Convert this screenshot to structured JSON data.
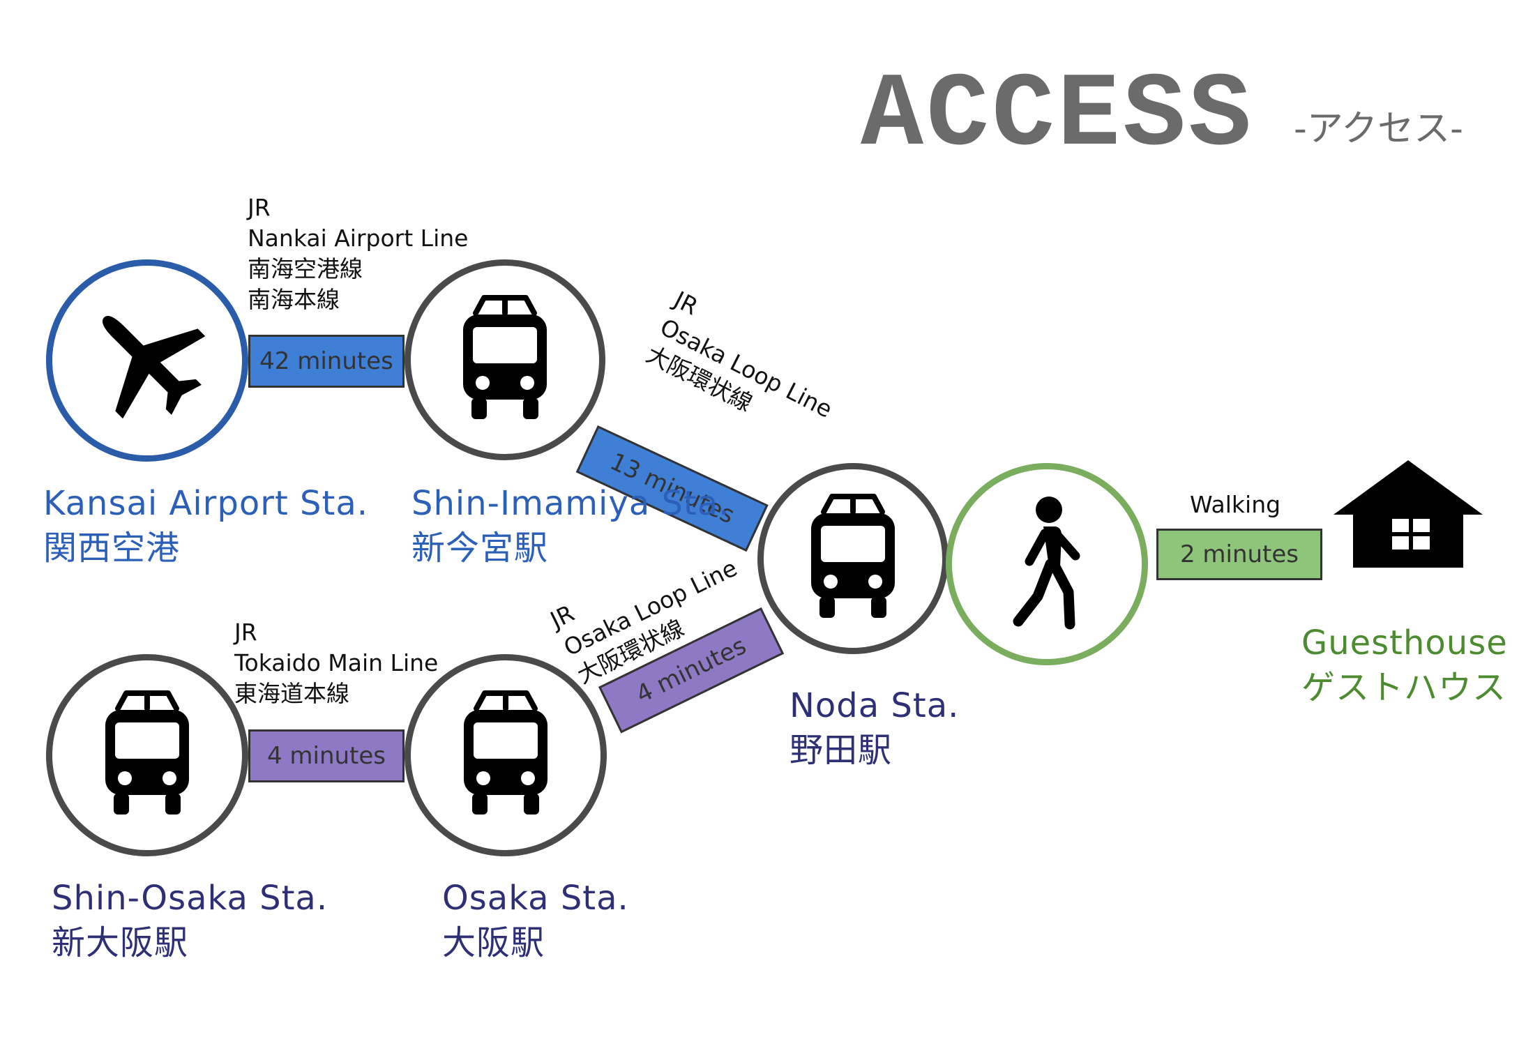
{
  "header": {
    "title": "ACCESS",
    "subtitle": "-アクセス-"
  },
  "stations": {
    "kansai": {
      "en": "Kansai Airport Sta.",
      "jp": "関西空港"
    },
    "shin_imamiya": {
      "en": "Shin-Imamiya Sta.",
      "jp": "新今宮駅"
    },
    "noda": {
      "en": "Noda Sta.",
      "jp": "野田駅"
    },
    "shin_osaka": {
      "en": "Shin-Osaka Sta.",
      "jp": "新大阪駅"
    },
    "osaka": {
      "en": "Osaka Sta.",
      "jp": "大阪駅"
    },
    "guesthouse": {
      "en": "Guesthouse",
      "jp": "ゲストハウス"
    }
  },
  "routes": {
    "kansai_to_shin_imamiya": {
      "lines": [
        "JR",
        "Nankai Airport Line",
        "南海空港線",
        "南海本線"
      ],
      "time": "42 minutes"
    },
    "shin_imamiya_to_noda": {
      "lines": [
        "JR",
        "Osaka Loop Line",
        "大阪環状線"
      ],
      "time": "13 minutes"
    },
    "shin_osaka_to_osaka": {
      "lines": [
        "JR",
        "Tokaido Main Line",
        "東海道本線"
      ],
      "time": "4 minutes"
    },
    "osaka_to_noda": {
      "lines": [
        "JR",
        "Osaka Loop Line",
        "大阪環状線"
      ],
      "time": "4 minutes"
    },
    "noda_to_guesthouse": {
      "lines": [
        "Walking"
      ],
      "time": "2 minutes"
    }
  },
  "icons": {
    "kansai": "airplane-icon",
    "shin_imamiya": "train-icon",
    "noda": "train-icon",
    "walk": "walking-person-icon",
    "shin_osaka": "train-icon",
    "osaka": "train-icon",
    "guesthouse": "house-icon"
  },
  "colors": {
    "airport_ring": "#2a5caa",
    "station_ring": "#4a4a4a",
    "walk_ring": "#7aad5e",
    "blue_bar": "#3f7fd6",
    "purple_bar": "#8f78c4",
    "green_bar": "#8fc57a",
    "blue_text": "#2c5fb8",
    "navy_text": "#2e2f74",
    "green_text": "#4d8b30",
    "title_gray": "#6b6b6b"
  }
}
